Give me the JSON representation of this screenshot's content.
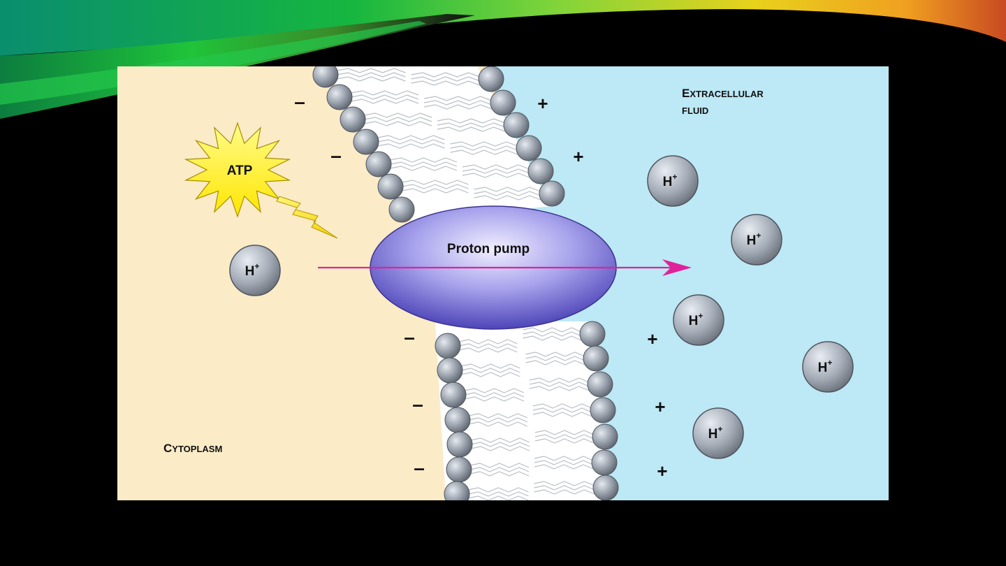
{
  "figure": {
    "extracellular_label": {
      "line1_cap": "E",
      "line1_rest": "XTRACELLULAR",
      "line2": "FLUID"
    },
    "cytoplasm_label": {
      "cap": "C",
      "rest": "YTOPLASM"
    },
    "atp_label": "ATP",
    "pump_label": "Proton pump",
    "ion_label": "H",
    "ion_charge": "+",
    "charges_inside": [
      "–",
      "–",
      "–",
      "–",
      "–"
    ],
    "charges_outside": [
      "+",
      "+",
      "+",
      "+",
      "+"
    ]
  },
  "colors": {
    "cytoplasm": "#FBEBC7",
    "extracellular": "#BDE8F5",
    "pump": "#8E89DC",
    "arrow": "#E0229A",
    "atp": "#FFF200",
    "head": "#9AA2AD"
  }
}
